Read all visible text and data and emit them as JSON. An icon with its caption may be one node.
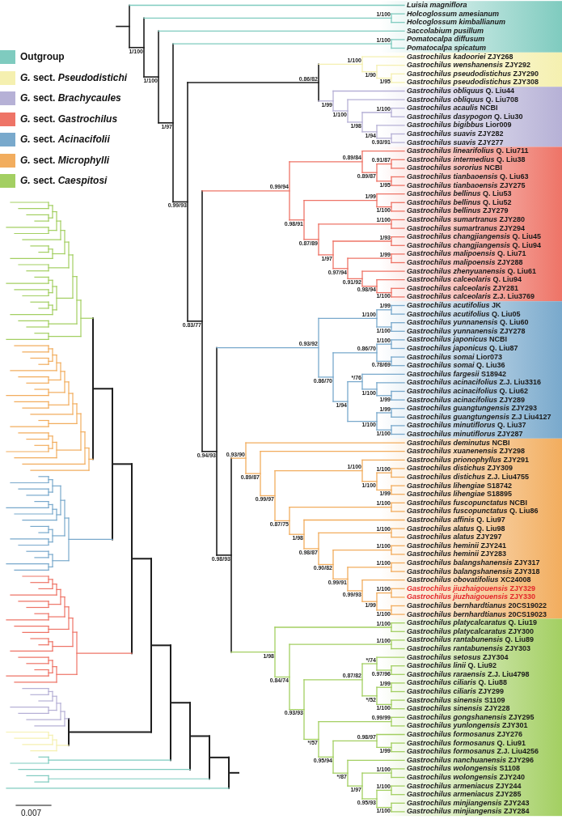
{
  "diagram": {
    "labels": [
      "Luisia magniflora",
      "Holcoglossum amesianum",
      "Holcoglossum kimballianum",
      "Saccolabium pusillum",
      "Pomatocalpa diffusum",
      "Pomatocalpa spicatum",
      "*Gastrochilus kadooriei* ZJY268",
      "*Gastrochilus wenshanensis* ZJY292",
      "*Gastrochilus pseudodistichus* ZJY290",
      "*Gastrochilus pseudodistichus* ZJY308",
      "*Gastrochilus obliquus* Q. Liu44",
      "*Gastrochilus obliquus* Q. Liu708",
      "*Gastrochilus acaulis* NCBI",
      "*Gastrochilus dasypogon* Q. Liu30",
      "*Gastrochilus bigibbus* Lior009",
      "*Gastrochilus suavis* ZJY282",
      "*Gastrochilus suavis* ZJY277",
      "*Gastrochilus linearifolius* Q. Liu711",
      "*Gastrochilus intermedius* Q. Liu38",
      "*Gastrochilus sororius* NCBI",
      "*Gastrochilus tianbaoensis* Q. Liu63",
      "*Gastrochilus tianbaoensis* ZJY275",
      "*Gastrochilus bellinus* Q. Liu53",
      "*Gastrochilus bellinus* Q. Liu52",
      "*Gastrochilus bellinus* ZJY279",
      "*Gastrochilus sumartranus* ZJY280",
      "*Gastrochilus sumartranus* ZJY294",
      "*Gastrochilus changjiangensis* Q. Liu45",
      "*Gastrochilus changjiangensis* Q. Liu94",
      "*Gastrochilus malipoensis* Q. Liu71",
      "*Gastrochilus malipoensis* ZJY288",
      "*Gastrochilus zhenyuanensis* Q. Liu61",
      "*Gastrochilus calceolaris* Q. Liu94",
      "*Gastrochilus calceolaris* ZJY281",
      "*Gastrochilus calceolaris* Z.J. Liu3769",
      "*Gastrochilus acutifolius* JK",
      "*Gastrochilus acutifolius* Q. Liu05",
      "*Gastrochilus yunnanensis* Q. Liu60",
      "*Gastrochilus yunnanensis* ZJY278",
      "*Gastrochilus japonicus* NCBI",
      "*Gastrochilus japonicus* Q. Liu87",
      "*Gastrochilus somai* Lior073",
      "*Gastrochilus somai* Q. Liu36",
      "*Gastrochilus fargesii* S18942",
      "*Gastrochilus acinacifolius* Z.J. Liu3316",
      "*Gastrochilus acinacifolius* Q. Liu62",
      "*Gastrochilus acinacifolius* ZJY289",
      "*Gastrochilus guangtungensis* ZJY293",
      "*Gastrochilus guangtungensis* Z.J Liu4127",
      "*Gastrochilus minutiflorus* Q. Liu37",
      "*Gastrochilus minutiflorus* ZJY287",
      "*Gastrochilus deminutus* NCBI",
      "*Gastrochilus xuanenensis* ZJY298",
      "*Gastrochilus prionophyllus* ZJY291",
      "*Gastrochilus distichus* ZJY309",
      "*Gastrochilus distichus* Z.J. Liu4755",
      "*Gastrochilus lihengiae* S18742",
      "*Gastrochilus lihengiae* S18895",
      "*Gastrochilus fuscopunctatus* NCBI",
      "*Gastrochilus fuscopunctatus* Q. Liu86",
      "*Gastrochilus affinis* Q. Liu97",
      "*Gastrochilus alatus* Q. Liu98",
      "*Gastrochilus alatus* ZJY297",
      "*Gastrochilus heminii* ZJY241",
      "*Gastrochilus heminii* ZJY283",
      "*Gastrochilus balangshanensis* ZJY317",
      "*Gastrochilus balangshanensis* ZJY318",
      "*Gastrochilus obovatifolius* XC24008",
      "*Gastrochilus jiuzhaigouensis* ZJY329",
      "*Gastrochilus jiuzhaigouensis* ZJY330",
      "*Gastrochilus bernhardtianus* 20CS19022",
      "*Gastrochilus bernhardtianus* 20CS19023",
      "*Gastrochilus platycalcaratus* Q. Liu19",
      "*Gastrochilus platycalcaratus* ZJY300",
      "*Gastrochilus rantabunensis* Q. Liu89",
      "*Gastrochilus rantabunensis* ZJY303",
      "*Gastrochilus setosus* ZJY304",
      "*Gastrochilus linii* Q. Liu92",
      "*Gastrochilus raraensis* Z.J. Liu4798",
      "*Gastrochilus ciliaris* Q. Liu88",
      "*Gastrochilus ciliaris* ZJY299",
      "*Gastrochilus sinensis* S1109",
      "*Gastrochilus sinensis* ZJY228",
      "*Gastrochilus gongshanensis* ZJY295",
      "*Gastrochilus yunlongensis* ZJY301",
      "*Gastrochilus formosanus* ZJY276",
      "*Gastrochilus formosanus* Q. Liu91",
      "*Gastrochilus formosanus* Z.J. Liu4256",
      "*Gastrochilus nanchuanensis* ZJY296",
      "*Gastrochilus wolongensis* S1108",
      "*Gastrochilus wolongensis* ZJY240",
      "*Gastrochilus armeniacus* ZJY244",
      "*Gastrochilus armeniacus* ZJY285",
      "*Gastrochilus minjiangensis* ZJY243",
      "*Gastrochilus minjiangensis* ZJY284",
      "1/100",
      "1/100",
      "1/100",
      "1/97",
      "1/100",
      "0.99/93",
      "0.86/82",
      "1/100",
      "1/90",
      "1/95",
      "1/99",
      "1/100",
      "1/98",
      "1/100",
      "1/94",
      "0.93/91",
      "0.83/77",
      "0.99/94",
      "0.89/84",
      "0.89/87",
      "0.91/87",
      "1/95",
      "0.98/91",
      "1/99",
      "1/100",
      "0.87/89",
      "1/100",
      "1/97",
      "1/93",
      "0.97/94",
      "1/99",
      "0.91/92",
      "0.98/94",
      "1/100",
      "0.94/93",
      "0.93/92",
      "1/100",
      "1/99",
      "1/100",
      "0.86/70",
      "0.86/70",
      "1/100",
      "0.78/69",
      "1/94",
      "*/76",
      "1/100",
      "1/99",
      "1/100",
      "1/99",
      "1/100",
      "0.98/93",
      "0.93/90",
      "0.89/87",
      "0.99/97",
      "1/100",
      "1/100",
      "1/100",
      "1/99",
      "0.87/75",
      "1/100",
      "1/98",
      "0.98/87",
      "1/100",
      "0.90/82",
      "1/100",
      "0.99/91",
      "1/100",
      "0.99/93",
      "1/99",
      "1/100",
      "1/100",
      "1/98",
      "1/100",
      "0.84/74",
      "1/100",
      "0.93/93",
      "0.87/82",
      "*/74",
      "0.97/96",
      "*/52",
      "1/99",
      "1/100",
      "*/57",
      "0.99/99",
      "0.95/94",
      "0.98/97",
      "1/99",
      "*/87",
      "1/97",
      "1/100",
      "0.95/93",
      "1/100",
      "1/100",
      "0.007"
    ],
    "legend": [
      {
        "text": "Outgroup",
        "color": "#7fcbbf"
      },
      {
        "text": "*G.* sect. *Pseudodistichi*",
        "color": "#f5f0b0"
      },
      {
        "text": "*G.* sect. *Brachycaules*",
        "color": "#b6b1d6"
      },
      {
        "text": "*G.* sect. *Gastrochilus*",
        "color": "#ee7467"
      },
      {
        "text": "*G.* sect. *Acinacifolii*",
        "color": "#79a9cc"
      },
      {
        "text": "*G.* sect. *Microphylli*",
        "color": "#f2ad5e"
      },
      {
        "text": "*G.* sect. *Caespitosi*",
        "color": "#a3cf62"
      }
    ]
  }
}
